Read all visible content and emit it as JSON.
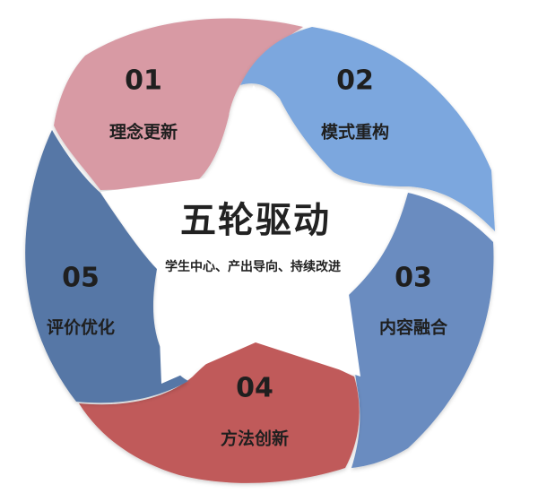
{
  "center": {
    "title": "五轮驱动",
    "subtitle": "学生中心、产出导向、持续改进"
  },
  "segments": [
    {
      "number": "01",
      "label": "理念更新",
      "color": "#d89aa4"
    },
    {
      "number": "02",
      "label": "模式重构",
      "color": "#7ba7de"
    },
    {
      "number": "03",
      "label": "内容融合",
      "color": "#6a8cc0"
    },
    {
      "number": "04",
      "label": "方法创新",
      "color": "#c05a5a"
    },
    {
      "number": "05",
      "label": "评价优化",
      "color": "#5677a6"
    }
  ]
}
